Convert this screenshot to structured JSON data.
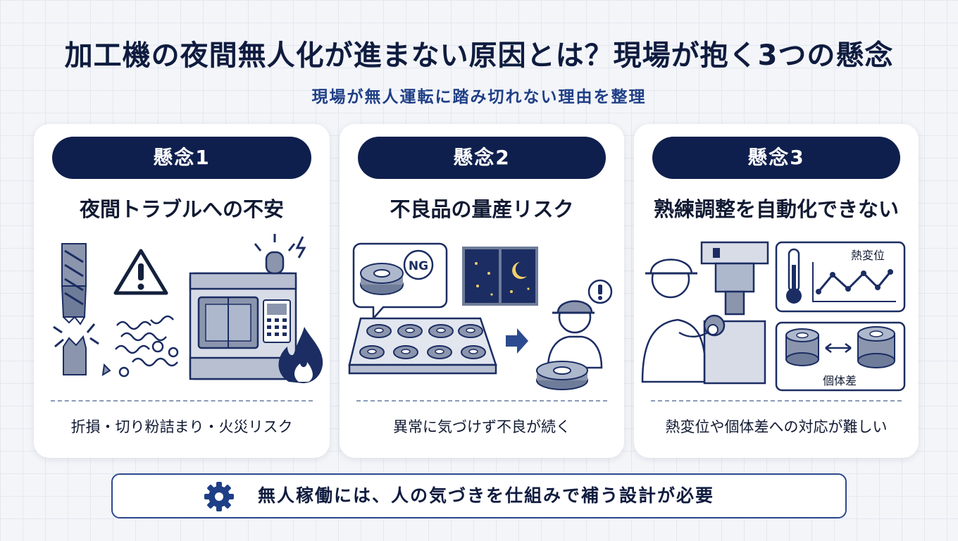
{
  "header": {
    "title": "加工機の夜間無人化が進まない原因とは？現場が抱く3つの懸念",
    "subtitle": "現場が無人運転に踏み切れない理由を整理"
  },
  "cards": [
    {
      "badge": "懸念1",
      "title": "夜間トラブルへの不安",
      "caption": "折損・切り粉詰まり・火災リスク",
      "icons": [
        "broken-endmill-icon",
        "warning-icon",
        "chips-icon",
        "machining-center-icon",
        "fire-icon",
        "alarm-light-icon"
      ]
    },
    {
      "badge": "懸念2",
      "title": "不良品の量産リスク",
      "caption": "異常に気づけず不良が続く",
      "ng_label": "NG",
      "icons": [
        "defective-part-icon",
        "night-window-icon",
        "parts-tray-icon",
        "arrow-right-icon",
        "worker-icon",
        "exclamation-icon"
      ]
    },
    {
      "badge": "懸念3",
      "title": "熟練調整を自動化できない",
      "caption": "熱変位や個体差への対応が難しい",
      "thermal_label": "熱変位",
      "variation_label": "個体差",
      "icons": [
        "operator-icon",
        "spindle-icon",
        "thermometer-icon",
        "line-graph-icon",
        "part-comparison-icon"
      ]
    }
  ],
  "footer": {
    "text": "無人稼働には、人の気づきを仕組みで補う設計が必要",
    "icon": "gear-icon"
  },
  "colors": {
    "navy": "#0f1f4d",
    "accent_blue": "#1f3f86",
    "background": "#f3f5f9",
    "fire_navy": "#1b2d62"
  }
}
